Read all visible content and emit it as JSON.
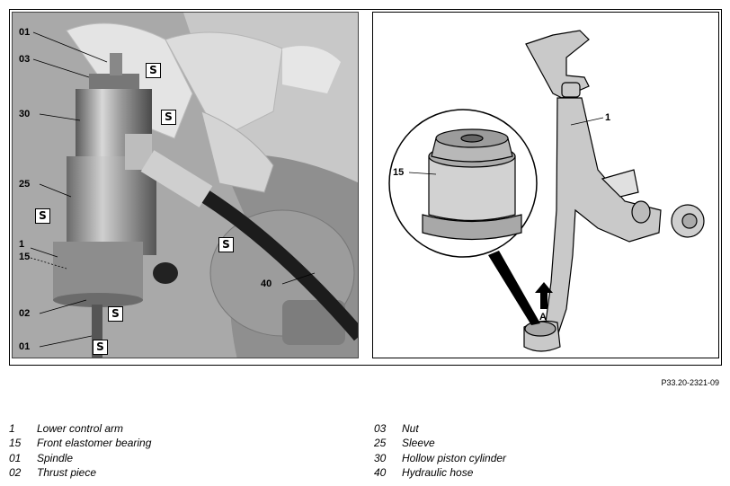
{
  "photo": {
    "callouts": [
      {
        "id": "01a",
        "text": "01"
      },
      {
        "id": "03",
        "text": "03"
      },
      {
        "id": "30",
        "text": "30"
      },
      {
        "id": "25",
        "text": "25"
      },
      {
        "id": "1",
        "text": "1"
      },
      {
        "id": "15",
        "text": "15"
      },
      {
        "id": "02",
        "text": "02"
      },
      {
        "id": "01b",
        "text": "01"
      },
      {
        "id": "40",
        "text": "40"
      }
    ],
    "torque_icon_glyph": "S",
    "torque_icon_name": "torque-wrench-icon"
  },
  "drawing": {
    "callouts": [
      {
        "id": "1",
        "text": "1"
      },
      {
        "id": "15",
        "text": "15"
      },
      {
        "id": "A",
        "text": "A"
      }
    ]
  },
  "figure_ref": "P33.20-2321-09",
  "legend_left": [
    {
      "num": "1",
      "label": "Lower control arm"
    },
    {
      "num": "15",
      "label": "Front elastomer bearing"
    },
    {
      "num": "01",
      "label": "Spindle"
    },
    {
      "num": "02",
      "label": "Thrust piece"
    }
  ],
  "legend_right": [
    {
      "num": "03",
      "label": "Nut"
    },
    {
      "num": "25",
      "label": "Sleeve"
    },
    {
      "num": "30",
      "label": "Hollow piston cylinder"
    },
    {
      "num": "40",
      "label": "Hydraulic hose"
    }
  ]
}
